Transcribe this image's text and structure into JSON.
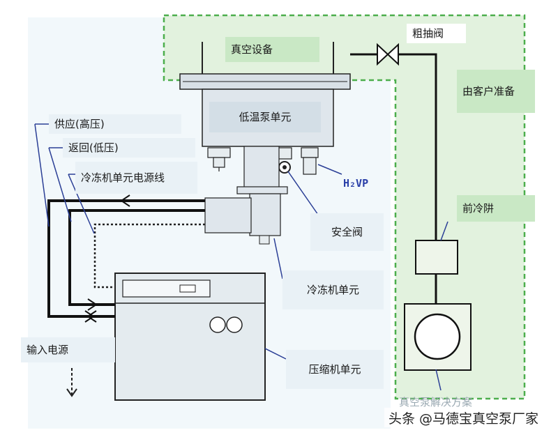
{
  "labels": {
    "vacuum_equipment": "真空设备",
    "roughing_valve": "粗抽阀",
    "customer_prepared": "由客户准备",
    "cryopump_unit": "低温泵单元",
    "supply_high": "供应(高压)",
    "return_low": "返回(低压)",
    "chiller_power_line": "冷冻机单元电源线",
    "h2vp": "H₂VP",
    "foreline_trap": "前冷阱",
    "safety_valve": "安全阀",
    "chiller_unit": "冷冻机单元",
    "input_power": "输入电源",
    "compressor_unit": "压缩机单元"
  },
  "watermark": {
    "text": "头条 @马德宝真空泵厂家",
    "faded_text": "真空泵解决方案"
  }
}
